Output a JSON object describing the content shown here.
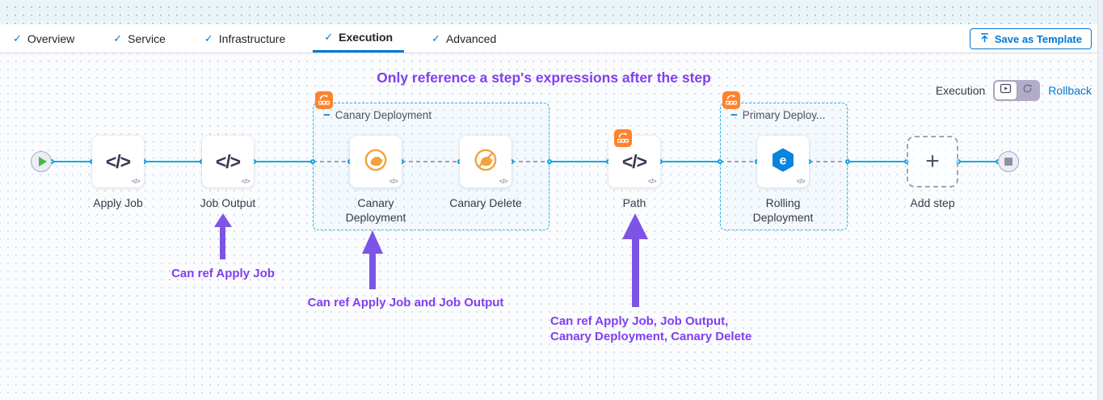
{
  "header": {
    "tabs": [
      {
        "label": "Overview",
        "checked": true,
        "active": false
      },
      {
        "label": "Service",
        "checked": true,
        "active": false
      },
      {
        "label": "Infrastructure",
        "checked": true,
        "active": false
      },
      {
        "label": "Execution",
        "checked": true,
        "active": true
      },
      {
        "label": "Advanced",
        "checked": true,
        "active": false
      }
    ],
    "save_as_template_label": "Save as Template"
  },
  "icons": {
    "check": "✓",
    "code": "</>",
    "code_mini": "</>",
    "plus": "+",
    "collapse_minus": "−"
  },
  "canvas": {
    "note_title": "Only reference a step's expressions after the step",
    "mode_label": "Execution",
    "rollback_label": "Rollback",
    "nodes": [
      {
        "label": "Apply Job",
        "icon": "code-icon"
      },
      {
        "label": "Job Output",
        "icon": "code-icon"
      },
      {
        "label": "Canary Deployment",
        "icon": "canary-icon"
      },
      {
        "label": "Canary Delete",
        "icon": "canary-delete-icon"
      },
      {
        "label": "Path",
        "icon": "code-icon",
        "badge": "step-group-icon"
      },
      {
        "label": "Rolling Deployment",
        "icon": "rolling-deployment-icon"
      },
      {
        "label": "Add step",
        "icon": "plus-icon"
      }
    ],
    "groups": [
      {
        "label": "Canary Deployment",
        "badge": "step-group-icon"
      },
      {
        "label": "Primary Deploy...",
        "badge": "step-group-icon"
      }
    ],
    "annotations": [
      {
        "text": "Can ref Apply Job"
      },
      {
        "text": "Can ref Apply Job and Job Output"
      },
      {
        "line1": "Can ref Apply Job, Job Output,",
        "line2": "Canary Deployment, Canary Delete"
      }
    ],
    "colors": {
      "accent_blue": "#0278D5",
      "connector_blue": "#0BA9E6",
      "annotation_purple": "#8040F0",
      "arrow_purple": "#7D55E6",
      "badge_orange": "#FF832B",
      "canary_orange": "#F2A33C",
      "rolling_blue": "#0A84DC",
      "start_green": "#47B847"
    }
  }
}
